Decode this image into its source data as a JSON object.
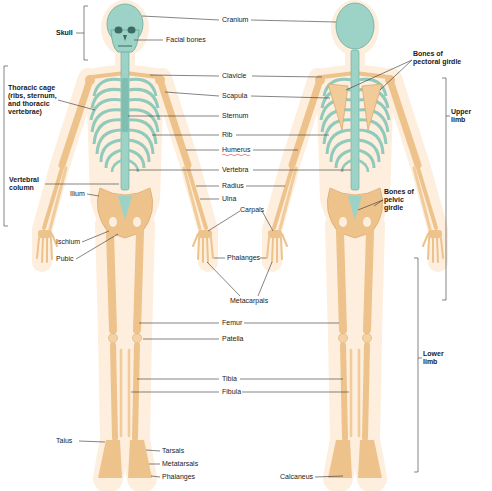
{
  "diagram": {
    "labels": [
      "Skull",
      "Facial bones",
      "Cranium",
      "Bones of pectoral girdle",
      "Clavicle",
      "Thoracic cage",
      "(ribs, sternum, and thoracic vertebrae)",
      "Scapula",
      "Upper limb",
      "Sternum",
      "Rib",
      "Humerus",
      "Vertebra",
      "Vertebral column",
      "Radius",
      "Ilium",
      "Bones of pelvic girdle",
      "Ulna",
      "Carpals",
      "Ischium",
      "Phalanges",
      "Pubic",
      "Metacarpals",
      "Femur",
      "Patella",
      "Lower limb",
      "Tibia",
      "Fibula",
      "Talus",
      "Tarsals",
      "Metatarsals",
      "Phalanges",
      "Calcaneus"
    ]
  }
}
